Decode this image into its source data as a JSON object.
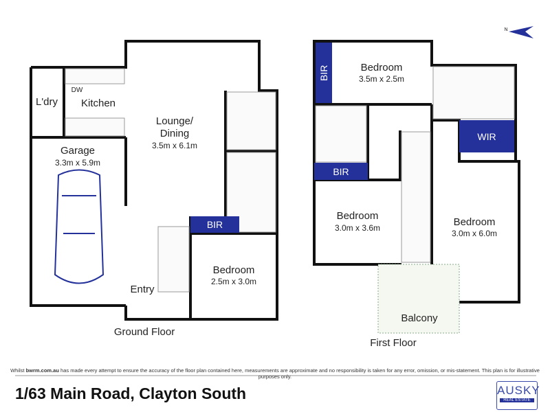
{
  "compass": {
    "label": "N"
  },
  "ground_floor": {
    "title": "Ground Floor",
    "rooms": {
      "laundry": {
        "name": "L'dry"
      },
      "kitchen": {
        "name": "Kitchen",
        "dw": "DW"
      },
      "garage": {
        "name": "Garage",
        "dim": "3.3m x 5.9m"
      },
      "lounge": {
        "name": "Lounge/\nDining",
        "name1": "Lounge/",
        "name2": "Dining",
        "dim": "3.5m x 6.1m"
      },
      "bir": {
        "name": "BIR"
      },
      "bedroom": {
        "name": "Bedroom",
        "dim": "2.5m x 3.0m"
      },
      "entry": {
        "name": "Entry"
      }
    }
  },
  "first_floor": {
    "title": "First Floor",
    "rooms": {
      "bedroom1": {
        "name": "Bedroom",
        "dim": "3.5m x 2.5m"
      },
      "bir1": {
        "name": "BIR"
      },
      "bir2": {
        "name": "BIR"
      },
      "wir": {
        "name": "WIR"
      },
      "bedroom2": {
        "name": "Bedroom",
        "dim": "3.0m x 3.6m"
      },
      "bedroom3": {
        "name": "Bedroom",
        "dim": "3.0m x 6.0m"
      },
      "balcony": {
        "name": "Balcony"
      }
    }
  },
  "disclaimer": {
    "pre": "Whilst ",
    "site": "bwrm.com.au",
    "post": " has made every attempt to ensure the accuracy of the floor plan contained here, measurements are approximate and no responsibility is taken for any error, omission, or mis-statement. This plan is for illustrative purposes only."
  },
  "address": "1/63 Main Road, Clayton South",
  "logo": {
    "name": "AUSKY",
    "sub": "REAL ESTATE"
  },
  "colors": {
    "accent": "#24319a",
    "wall": "#111111"
  }
}
